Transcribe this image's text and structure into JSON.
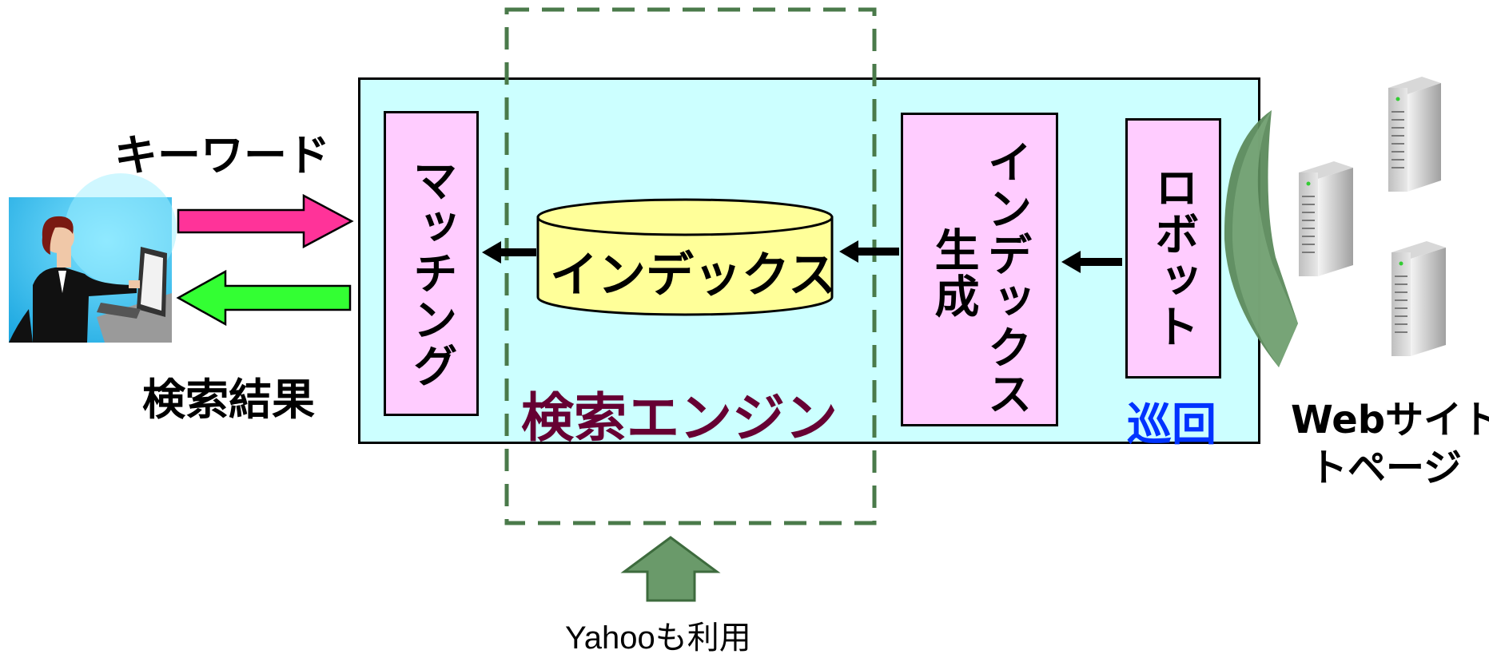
{
  "left": {
    "keyword_label": "キーワード",
    "results_label": "検索結果"
  },
  "engine": {
    "title": "検索エンジン",
    "matching": "マッチング",
    "index_db": "インデックス",
    "index_gen_line1": "インデックス",
    "index_gen_line2": "生成",
    "robot": "ロボット",
    "crawl": "巡回"
  },
  "right": {
    "web_line1": "Webサイト",
    "web_line2": "トページ"
  },
  "bottom": {
    "yahoo_label": "Yahooも利用"
  },
  "colors": {
    "engine_bg": "#ccffff",
    "pink_box": "#ffccff",
    "db_fill": "#ffff99",
    "arrow_query": "#ff3399",
    "arrow_result": "#33ff33",
    "engine_title": "#660033",
    "crawl_text": "#0033ff",
    "dashed_frame": "#4a7a4a",
    "up_arrow": "#6a9a6a",
    "crawl_arrow": "#5a8a5a"
  }
}
